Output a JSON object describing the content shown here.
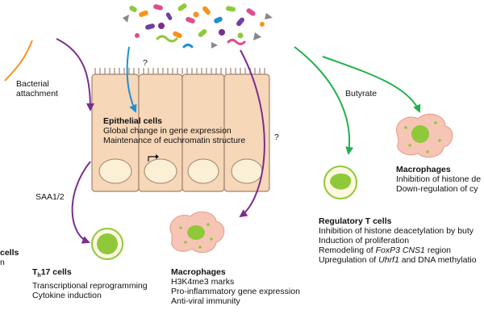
{
  "colors": {
    "purple": "#7b2d8e",
    "green": "#22b14c",
    "blue": "#1e8fd6",
    "orange": "#f7941d",
    "cell_fill": "#f6d7b8",
    "cell_stroke": "#a0826d",
    "nucleus": "#fbf0d6",
    "macrophage": "#f7c5b5",
    "tcell_fill": "#8fc93a"
  },
  "labels": {
    "bacterial_attachment": [
      "Bacterial",
      "attachment"
    ],
    "question_top": "?",
    "question_right": "?",
    "butyrate": "Butyrate",
    "saa": "SAA1/2"
  },
  "epithelial": {
    "title": "Epithelial cells",
    "lines": [
      "Global change in gene expression",
      "Maintenance of euchromatin structure"
    ]
  },
  "th17": {
    "title_prefix": "T",
    "title_sub": "h",
    "title_suffix": "17 cells",
    "lines": [
      "Transcriptional reprogramming",
      "Cytokine induction"
    ]
  },
  "macrophages_bottom": {
    "title": "Macrophages",
    "lines": [
      "H3K4me3 marks",
      "Pro-inflammatory gene expression",
      "Anti-viral immunity"
    ]
  },
  "treg": {
    "title": "Regulatory T cells",
    "line1": "Inhibition of histone deacetylation by buty",
    "line2": "Induction of proliferation",
    "line3_pre": "Remodeling of ",
    "line3_italic": "FoxP3 CNS1",
    "line3_post": " region",
    "line4_pre": "Upregulation of ",
    "line4_italic": "Uhrf1",
    "line4_post": " and DNA methylatio"
  },
  "macrophages_right": {
    "title": "Macrophages",
    "lines": [
      "Inhibition of histone de",
      "Down-regulation of cy"
    ]
  },
  "left_cut": {
    "title": "cells",
    "line": "n"
  }
}
